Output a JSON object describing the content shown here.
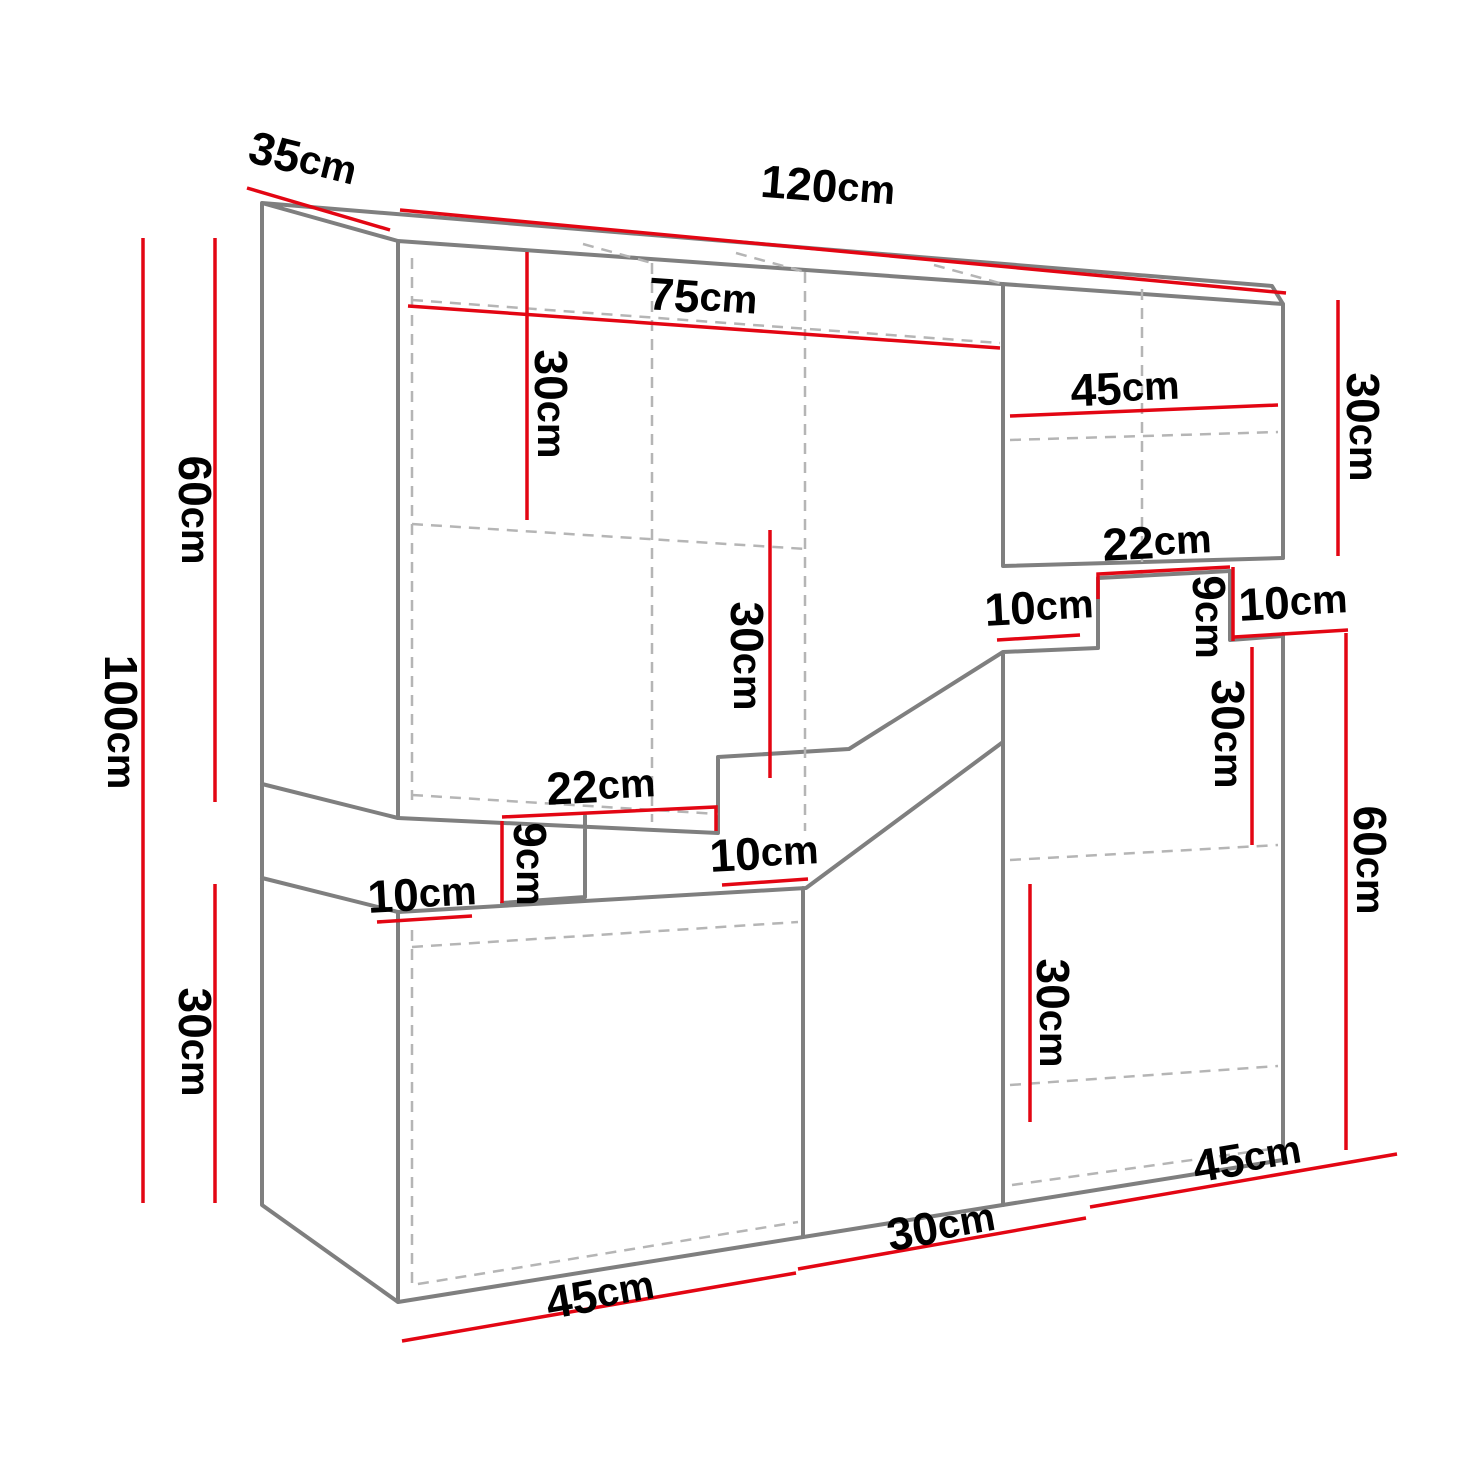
{
  "diagram": {
    "type": "furniture-dimension-diagram",
    "unit": "cm",
    "colors": {
      "dimension": "#e30613",
      "outline": "#7f7f7f",
      "hidden": "#b5b5b5",
      "text": "#000000",
      "background": "#ffffff"
    },
    "labels": [
      {
        "id": "top-depth",
        "value": "35"
      },
      {
        "id": "total-width",
        "value": "120"
      },
      {
        "id": "upper-left-width",
        "value": "75"
      },
      {
        "id": "upper-left-shelf-height",
        "value": "30"
      },
      {
        "id": "upper-right-width",
        "value": "45"
      },
      {
        "id": "upper-right-height",
        "value": "30"
      },
      {
        "id": "right-step-width",
        "value": "22"
      },
      {
        "id": "middle-gap-right",
        "value": "10"
      },
      {
        "id": "right-step-height",
        "value": "9"
      },
      {
        "id": "right-side-gap",
        "value": "10"
      },
      {
        "id": "left-upper-height",
        "value": "60"
      },
      {
        "id": "total-height",
        "value": "100"
      },
      {
        "id": "middle-shelf-height",
        "value": "30"
      },
      {
        "id": "left-step-width",
        "value": "22"
      },
      {
        "id": "left-step-height",
        "value": "9"
      },
      {
        "id": "left-side-gap",
        "value": "10"
      },
      {
        "id": "middle-gap-left",
        "value": "10"
      },
      {
        "id": "lower-right-shelf-height",
        "value": "30"
      },
      {
        "id": "right-lower-height",
        "value": "60"
      },
      {
        "id": "lower-center-shelf-height",
        "value": "30"
      },
      {
        "id": "left-lower-height",
        "value": "30"
      },
      {
        "id": "bottom-right-width",
        "value": "45"
      },
      {
        "id": "bottom-center-width",
        "value": "30"
      },
      {
        "id": "bottom-left-width",
        "value": "45"
      }
    ]
  }
}
